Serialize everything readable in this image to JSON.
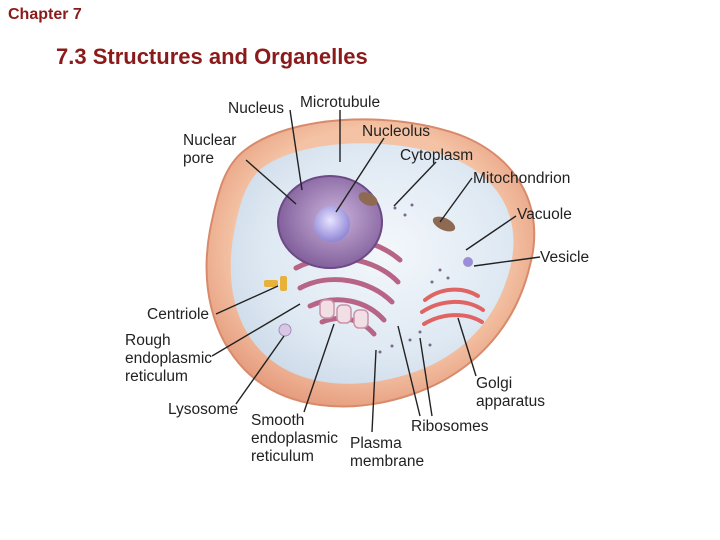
{
  "header": {
    "chapter": "Chapter 7",
    "title": "7.3 Structures and Organelles"
  },
  "labels": {
    "nucleus": "Nucleus",
    "microtubule": "Microtubule",
    "nucleolus": "Nucleolus",
    "nuclear_pore_1": "Nuclear",
    "nuclear_pore_2": "pore",
    "cytoplasm": "Cytoplasm",
    "mitochondrion": "Mitochondrion",
    "vacuole": "Vacuole",
    "vesicle": "Vesicle",
    "centriole": "Centriole",
    "rough_er_1": "Rough",
    "rough_er_2": "endoplasmic",
    "rough_er_3": "reticulum",
    "golgi_1": "Golgi",
    "golgi_2": "apparatus",
    "lysosome": "Lysosome",
    "smooth_er_1": "Smooth",
    "smooth_er_2": "endoplasmic",
    "smooth_er_3": "reticulum",
    "ribosomes": "Ribosomes",
    "plasma_membrane_1": "Plasma",
    "plasma_membrane_2": "membrane"
  },
  "colors": {
    "title": "#8b1a1a",
    "cell_membrane": "#e9a47f",
    "cytoplasm": "#dfe9f3",
    "nucleus": "#9a74b2",
    "nucleolus": "#a9a2e6",
    "rough_er": "#c46b8c",
    "golgi": "#e06464",
    "mitochondrion": "#8e6a52",
    "centriole": "#e8b23a"
  }
}
